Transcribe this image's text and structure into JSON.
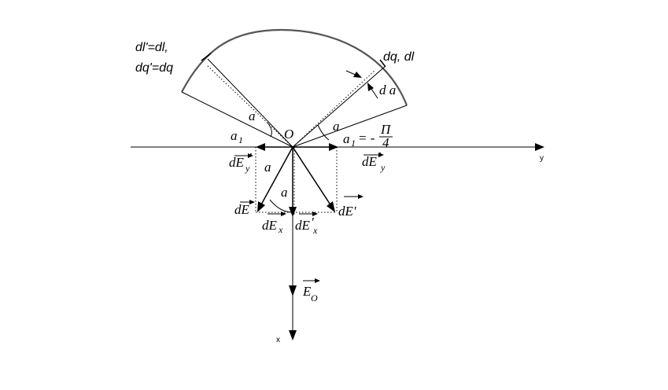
{
  "labels": {
    "dl_prime": "dl'=dl,",
    "dq_prime": "dq'=dq",
    "dq_dl": "dq, dl",
    "d_alpha": "d a",
    "origin": "O",
    "alpha_top_left": "a",
    "alpha_top_right": "a",
    "a1_left": "a",
    "a1_left_sub": "1",
    "a1_right": "a",
    "a1_right_sub": "1",
    "a1_eq": "= -",
    "pi": "П",
    "four": "4",
    "alpha_mid": "a",
    "alpha_low": "a",
    "dEy_prime_left": "dE",
    "dEy_prime_left_sub": "y",
    "dEy_prime_right": "dE",
    "dEy_prime_right_sub": "y",
    "dE_left": "dE",
    "dE_right": "dE'",
    "dEx": "dE",
    "dEx_sub": "x",
    "dEx_prime": "dE",
    "dEx_prime_sub": "x",
    "E0": "E",
    "E0_sub": "O",
    "axis_y": "y",
    "axis_x": "x"
  }
}
